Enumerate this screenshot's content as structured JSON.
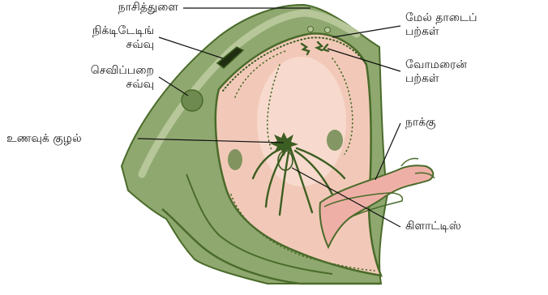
{
  "labels": {
    "nostril": "நாசித்துளை",
    "nictitating_membrane_l1": "நிக்டிடேடிங்",
    "nictitating_membrane_l2": "சவ்வு",
    "tympanic_membrane_l1": "செவிப்பறை",
    "tympanic_membrane_l2": "சவ்வு",
    "gullet": "உணவுக் குழல்",
    "maxillary_teeth_l1": "மேல் தாடைப்",
    "maxillary_teeth_l2": "பற்கள்",
    "vomerine_teeth_l1": "வோமரைன்",
    "vomerine_teeth_l2": "பற்கள்",
    "tongue": "நாக்கு",
    "glottis": "கிளாட்டிஸ்"
  },
  "colors": {
    "outline": "#4a6b2a",
    "skin": "#8fa870",
    "skin_light": "#b7c79a",
    "mouth": "#f2c9b8",
    "mouth_light": "#f9e1d6",
    "tongue": "#eeb0a6",
    "teeth": "#3d5e22"
  }
}
